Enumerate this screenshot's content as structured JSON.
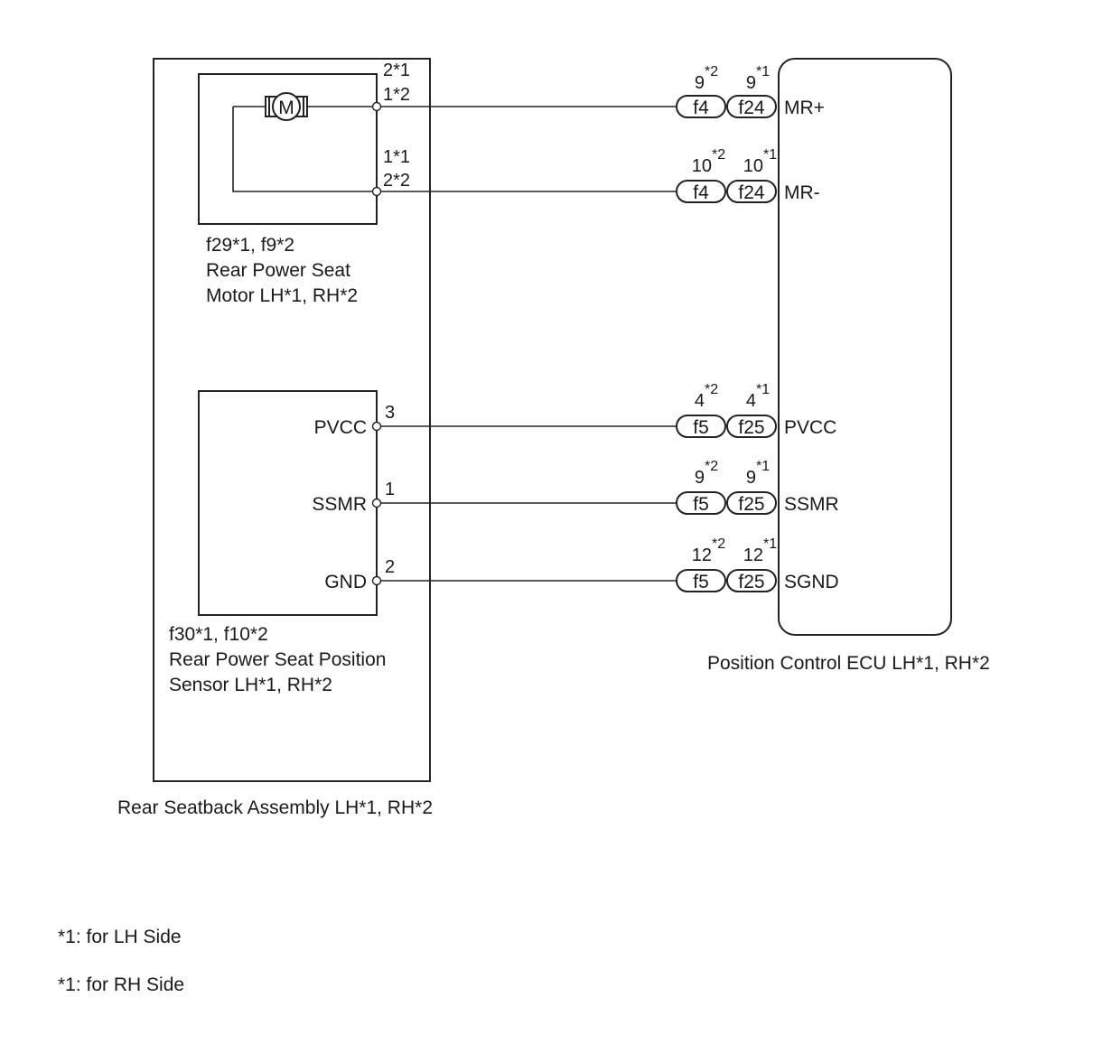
{
  "assembly": {
    "label": "Rear Seatback Assembly LH*1, RH*2"
  },
  "motor": {
    "symbol": "M",
    "connector_label": "f29*1, f9*2",
    "name_line1": "Rear Power Seat",
    "name_line2": "Motor LH*1, RH*2",
    "pin_a": {
      "line1": "2*1",
      "line2": "1*2"
    },
    "pin_b": {
      "line1": "1*1",
      "line2": "2*2"
    }
  },
  "sensor": {
    "connector_label": "f30*1, f10*2",
    "name_line1": "Rear Power Seat Position",
    "name_line2": "Sensor LH*1, RH*2",
    "pins": [
      {
        "name": "PVCC",
        "num": "3"
      },
      {
        "name": "SSMR",
        "num": "1"
      },
      {
        "name": "GND",
        "num": "2"
      }
    ]
  },
  "ecu": {
    "label": "Position Control ECU LH*1, RH*2",
    "signals": [
      {
        "name": "MR+",
        "conn_a": "f4",
        "conn_b": "f24",
        "pin_a": "9",
        "sup_a": "*2",
        "pin_b": "9",
        "sup_b": "*1"
      },
      {
        "name": "MR-",
        "conn_a": "f4",
        "conn_b": "f24",
        "pin_a": "10",
        "sup_a": "*2",
        "pin_b": "10",
        "sup_b": "*1"
      },
      {
        "name": "PVCC",
        "conn_a": "f5",
        "conn_b": "f25",
        "pin_a": "4",
        "sup_a": "*2",
        "pin_b": "4",
        "sup_b": "*1"
      },
      {
        "name": "SSMR",
        "conn_a": "f5",
        "conn_b": "f25",
        "pin_a": "9",
        "sup_a": "*2",
        "pin_b": "9",
        "sup_b": "*1"
      },
      {
        "name": "SGND",
        "conn_a": "f5",
        "conn_b": "f25",
        "pin_a": "12",
        "sup_a": "*2",
        "pin_b": "12",
        "sup_b": "*1"
      }
    ]
  },
  "notes": [
    "*1: for LH Side",
    "*1: for RH Side"
  ]
}
